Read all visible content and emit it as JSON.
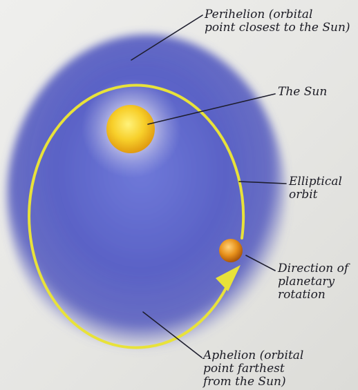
{
  "labels": {
    "perihelion": [
      "Perihelion (orbital",
      "point closest to the Sun)"
    ],
    "sun": [
      "The Sun"
    ],
    "orbit": [
      "Elliptical",
      "orbit"
    ],
    "direction": [
      "Direction of",
      "planetary",
      "rotation"
    ],
    "aphelion": [
      "Aphelion (orbital",
      "point farthest",
      "from the Sun)"
    ]
  },
  "colors": {
    "space": "#5a62c6",
    "orbit": "#e8e23a",
    "sun": "#f2be1e",
    "planet": "#e08a1a",
    "text": "#1b1b24"
  }
}
